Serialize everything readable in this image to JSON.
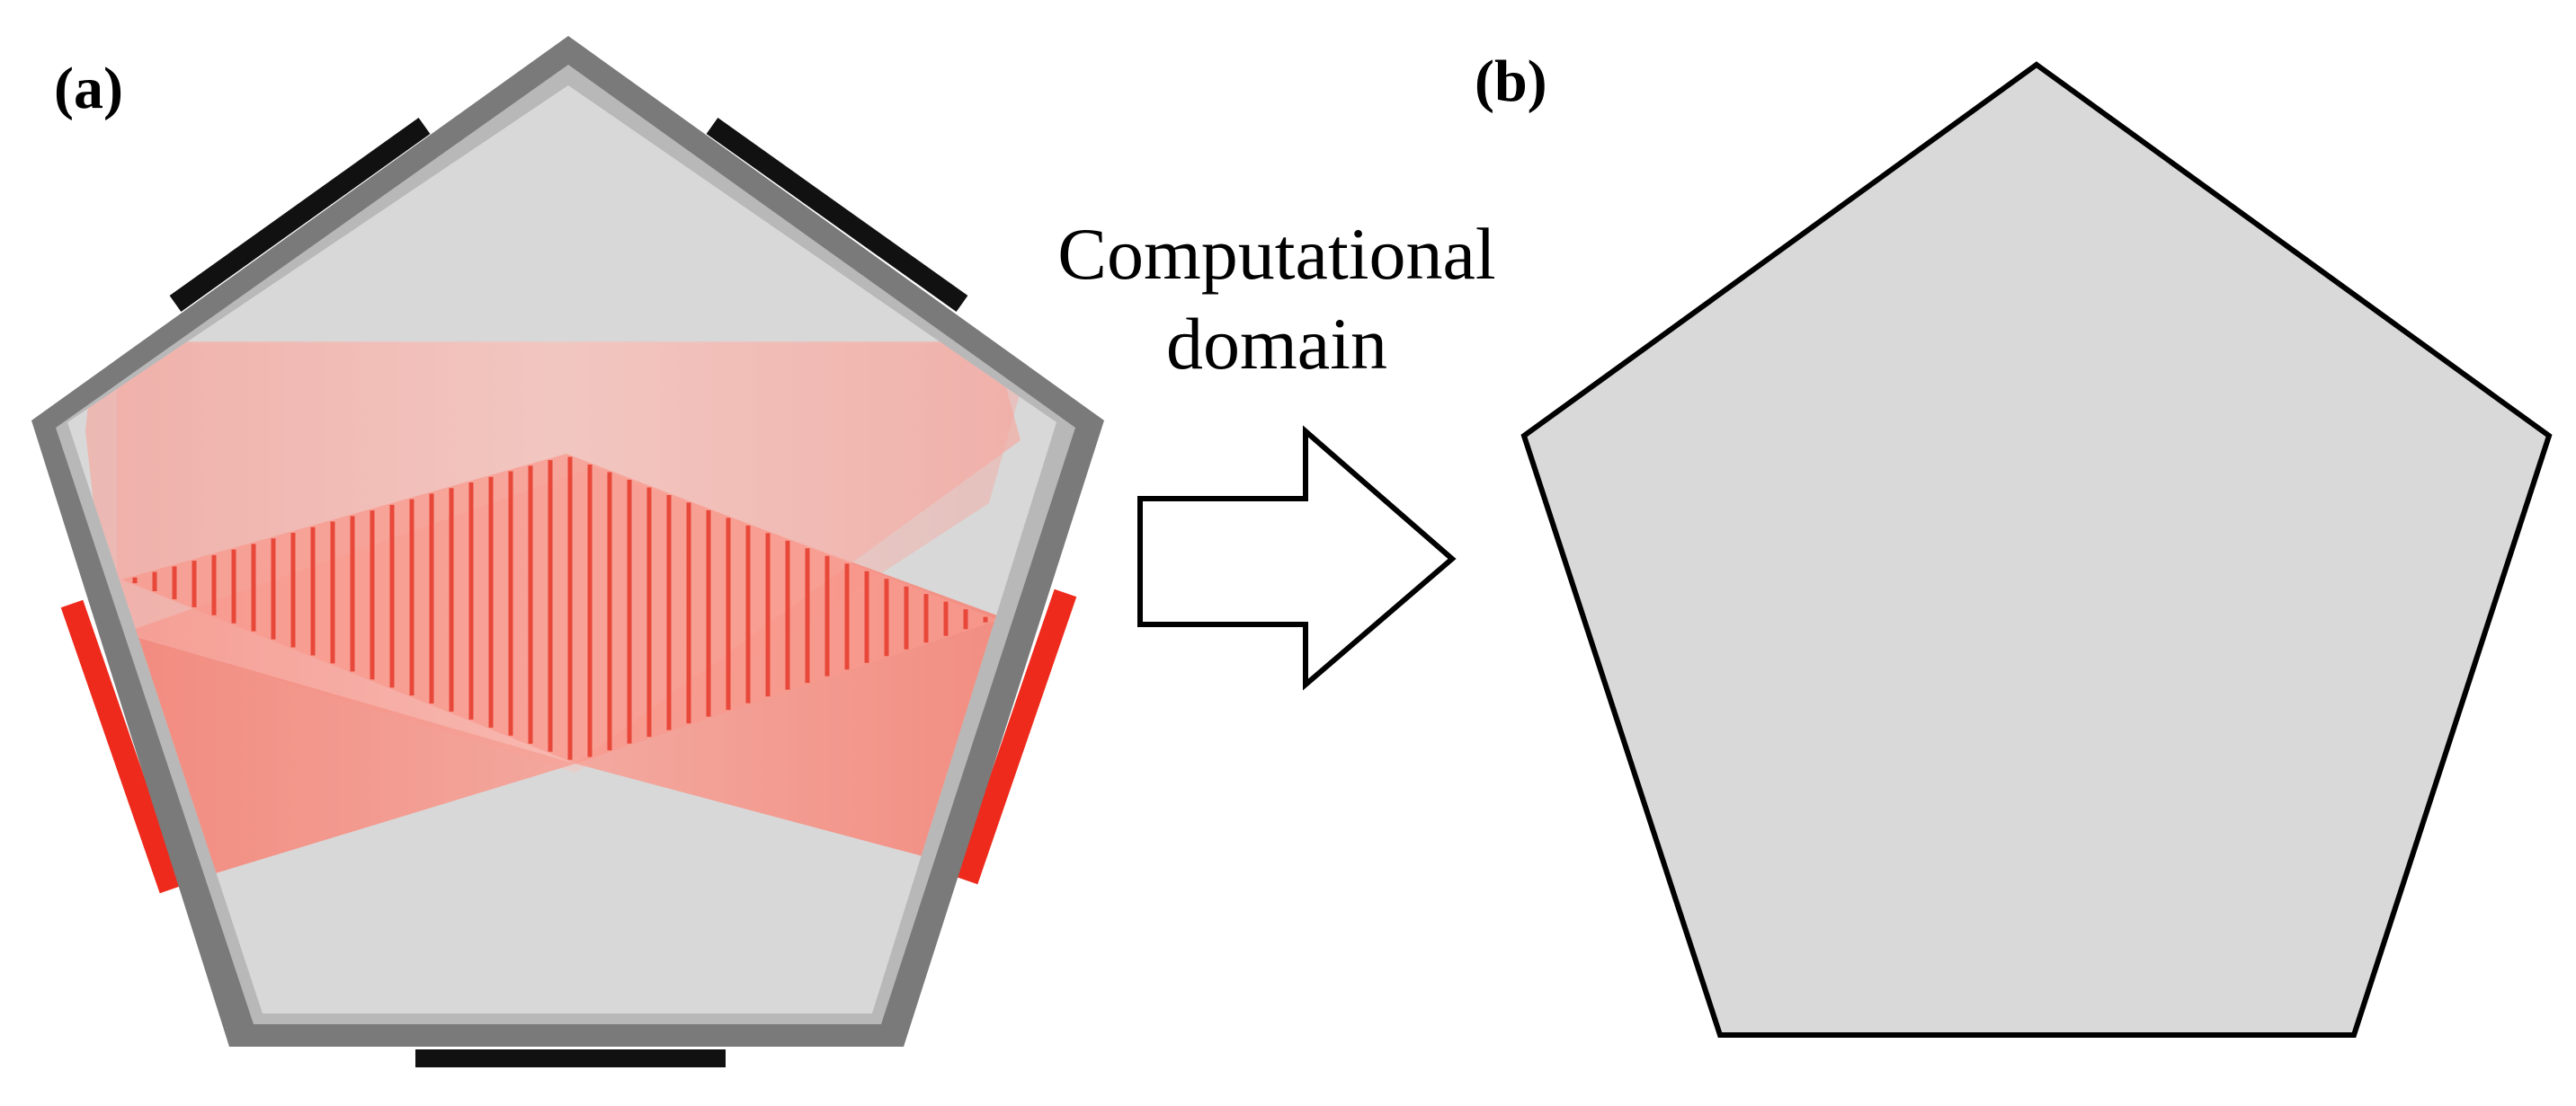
{
  "panels": {
    "a": {
      "label": "(a)"
    },
    "b": {
      "label": "(b)"
    }
  },
  "arrow": {
    "caption_line1": "Computational",
    "caption_line2": "domain"
  },
  "colors": {
    "frame_dark": "#7a7a7a",
    "frame_light": "#b8b8b8",
    "interior": "#d8d8d8",
    "beam": "#f58c80",
    "source_bar": "#ee2a1c",
    "mirror_bar": "#111111",
    "domain_fill": "#d9d9d9",
    "outline": "#000000"
  }
}
